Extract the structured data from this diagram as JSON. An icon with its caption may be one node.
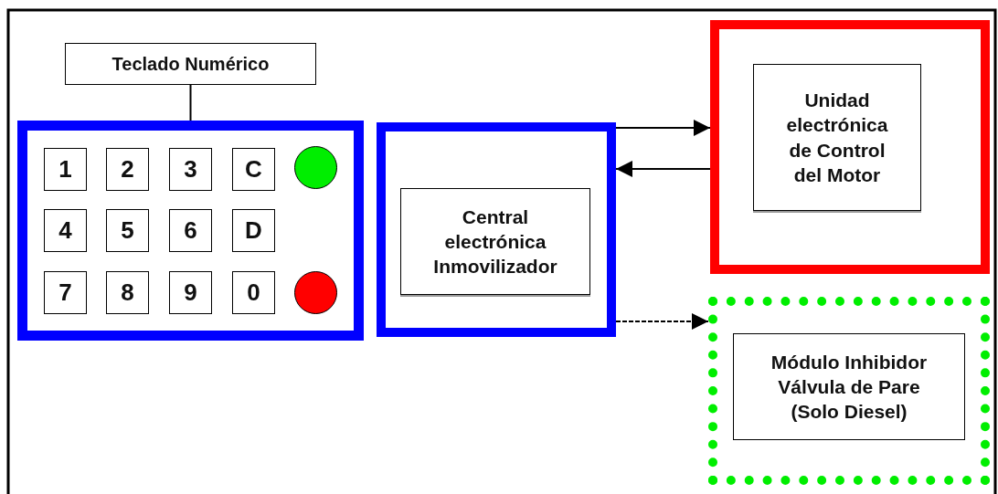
{
  "diagram": {
    "nodes": [
      {
        "text": [
          "Teclado Numérico"
        ]
      },
      {
        "text": [],
        "shape": "box"
      },
      {
        "text": [
          "1"
        ],
        "in": 1
      },
      {
        "text": [
          "2"
        ],
        "in": 1
      },
      {
        "text": [
          "3"
        ],
        "in": 1
      },
      {
        "text": [
          "C"
        ],
        "in": 1
      },
      {
        "text": [
          "4"
        ],
        "in": 1
      },
      {
        "text": [
          "5"
        ],
        "in": 1
      },
      {
        "text": [
          "6"
        ],
        "in": 1
      },
      {
        "text": [
          "D"
        ],
        "in": 1
      },
      {
        "text": [
          "7"
        ],
        "in": 1
      },
      {
        "text": [
          "8"
        ],
        "in": 1
      },
      {
        "text": [
          "9"
        ],
        "in": 1
      },
      {
        "text": [
          "0"
        ],
        "in": 1
      },
      {
        "text": [],
        "shape": "circle",
        "in": 1
      },
      {
        "text": [],
        "shape": "circle",
        "in": 1
      },
      {
        "text": [],
        "shape": "box"
      },
      {
        "text": [
          "Central electrónica Inmovilizador"
        ],
        "in": 16
      },
      {
        "text": [],
        "shape": "box"
      },
      {
        "text": [
          "Unidad electrónica de Control del Motor"
        ],
        "in": 18
      },
      {
        "text": [],
        "shape": "box"
      },
      {
        "text": [
          "Módulo Inhibidor Válvula de Pare (Solo Diesel)"
        ],
        "in": 20
      }
    ],
    "edges": [
      {
        "from": 0,
        "to": 1,
        "arrow": "none"
      },
      {
        "from": 16,
        "to": 18,
        "arrow": "to"
      },
      {
        "from": 18,
        "to": 16,
        "arrow": "to"
      },
      {
        "from": 16,
        "to": 20,
        "arrow": "to",
        "style": "dashed"
      }
    ]
  }
}
